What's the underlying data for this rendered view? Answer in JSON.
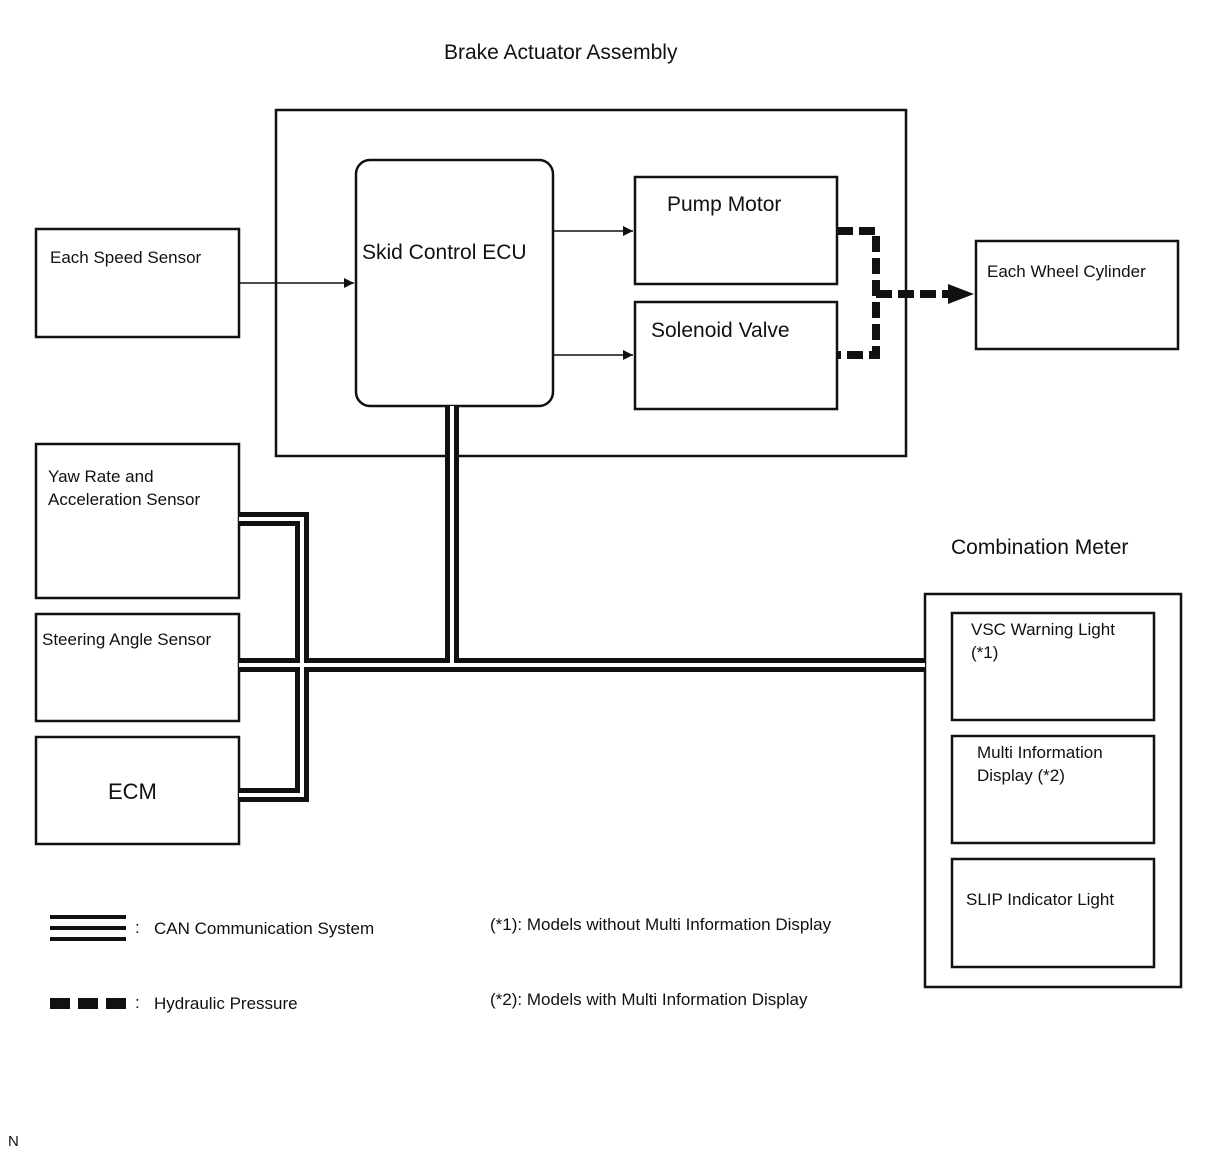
{
  "titles": {
    "brake_actuator": "Brake Actuator Assembly",
    "combination_meter": "Combination Meter"
  },
  "blocks": {
    "each_speed_sensor": "Each Speed Sensor",
    "skid_control_ecu": "Skid Control ECU",
    "pump_motor": "Pump Motor",
    "solenoid_valve": "Solenoid Valve",
    "each_wheel_cylinder": "Each Wheel Cylinder",
    "yaw_rate_sensor": "Yaw Rate and\nAcceleration Sensor",
    "steering_angle_sensor": "Steering Angle Sensor",
    "ecm": "ECM",
    "vsc_warning_light": "VSC Warning Light\n(*1)",
    "multi_info_display": "Multi Information\nDisplay (*2)",
    "slip_indicator_light": "SLIP Indicator Light"
  },
  "legend": {
    "can_label": "CAN Communication System",
    "hydraulic_label": "Hydraulic Pressure",
    "separator": ":"
  },
  "notes": {
    "note1": "(*1): Models without Multi Information Display",
    "note2": "(*2): Models with Multi Information Display"
  },
  "corner_mark": "N"
}
